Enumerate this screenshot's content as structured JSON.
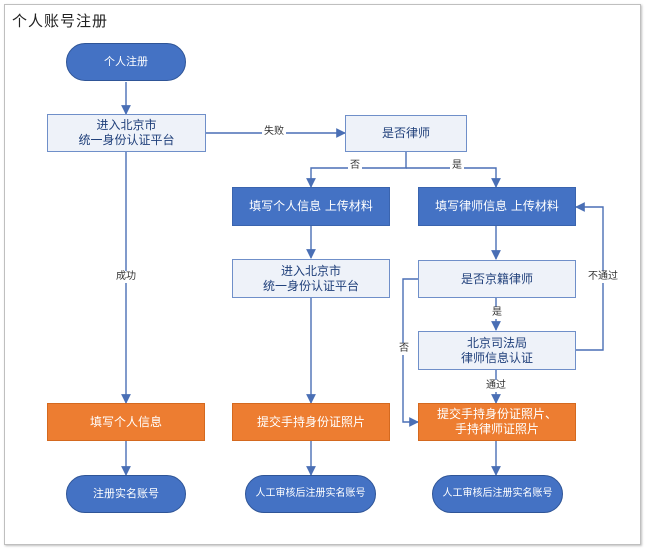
{
  "title": "个人账号注册",
  "nodes": {
    "start": "个人注册",
    "enter_platform_1": [
      "进入北京市",
      "统一身份认证平台"
    ],
    "is_lawyer": "是否律师",
    "fill_personal_upload": "填写个人信息 上传材料",
    "fill_lawyer_upload": "填写律师信息 上传材料",
    "enter_platform_2": [
      "进入北京市",
      "统一身份认证平台"
    ],
    "is_beijing_lawyer": "是否京籍律师",
    "bj_justice_bureau": [
      "北京司法局",
      "律师信息认证"
    ],
    "fill_personal_info": "填写个人信息",
    "submit_id_photo": "提交手持身份证照片",
    "submit_id_and_license": [
      "提交手持身份证照片、",
      "手持律师证照片"
    ],
    "register_realname": "注册实名账号",
    "review_register_1": "人工审核后注册实名账号",
    "review_register_2": "人工审核后注册实名账号"
  },
  "edge_labels": {
    "fail": "失败",
    "success": "成功",
    "no_1": "否",
    "yes_1": "是",
    "yes_2": "是",
    "no_2": "否",
    "not_pass": "不通过",
    "pass": "通过"
  },
  "colors": {
    "primary_blue": "#4472c4",
    "orange": "#ed7d31",
    "outline_fill": "#eef2f9",
    "connector": "#4a6fb5"
  }
}
